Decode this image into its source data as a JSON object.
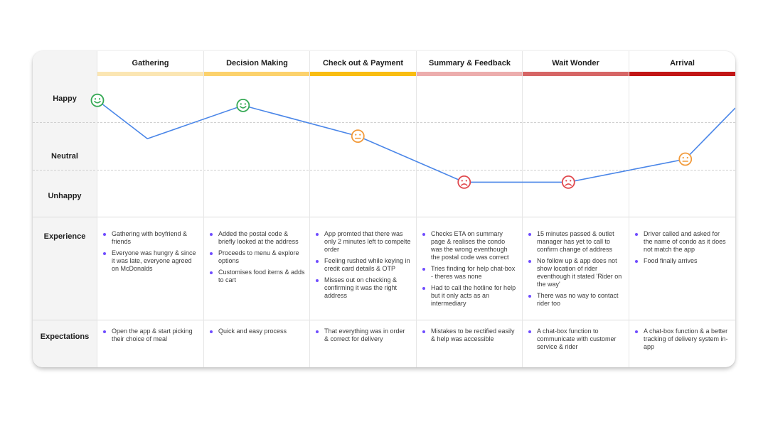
{
  "row_labels": {
    "happy": "Happy",
    "neutral": "Neutral",
    "unhappy": "Unhappy",
    "experience": "Experience",
    "expectations": "Expectations"
  },
  "colors": {
    "line": "#4a86e8",
    "happy_face": "#34a853",
    "neutral_face": "#f29a3a",
    "unhappy_face": "#e0484d",
    "bullet": "#6f4cff"
  },
  "stages": [
    {
      "name": "Gathering",
      "bar_color": "#fbe6b3",
      "experience": [
        "Gathering with boyfriend & friends",
        "Everyone was hungry & since it was late, everyone agreed on McDonalds"
      ],
      "expectations": [
        "Open the app & start picking their choice of meal"
      ]
    },
    {
      "name": "Decision Making",
      "bar_color": "#fcd26c",
      "experience": [
        "Added the postal code & briefly looked at the address",
        "Proceeds to menu & explore options",
        "Customises food items & adds to cart"
      ],
      "expectations": [
        "Quick and easy process"
      ]
    },
    {
      "name": "Check out & Payment",
      "bar_color": "#f9bd12",
      "experience": [
        "App promted that there was only 2 minutes left to compelte order",
        "Feeling rushed while keying in credit card details & OTP",
        "Misses out on checking & confirming it was the right address"
      ],
      "expectations": [
        "That everything was in order & correct for delivery"
      ]
    },
    {
      "name": "Summary & Feedback",
      "bar_color": "#ecadad",
      "experience": [
        "Checks ETA on summary page & realises the condo was the wrong eventhough the postal code was correct",
        "Tries finding for help chat-box - theres was none",
        "Had to call the hotline for help but it only acts as an intermediary"
      ],
      "expectations": [
        "Mistakes to be rectified easily & help was accessible"
      ]
    },
    {
      "name": "Wait Wonder",
      "bar_color": "#d66565",
      "experience": [
        "15 minutes passed & outlet manager has yet to call to confirm change of address",
        "No follow up & app does not show location of rider eventhough it stated 'Rider on the way'",
        "There was no way to contact rider too"
      ],
      "expectations": [
        "A chat-box function to communicate with customer service & rider"
      ]
    },
    {
      "name": "Arrival",
      "bar_color": "#c21616",
      "experience": [
        "Driver called and asked for the name of condo as it does not match the app",
        "Food finally arrives"
      ],
      "expectations": [
        "A chat-box function & a better tracking of delivery system in-app"
      ]
    }
  ],
  "chart_data": {
    "type": "line",
    "categories": [
      "Gathering",
      "Decision Making",
      "Check out & Payment",
      "Summary & Feedback",
      "Wait Wonder",
      "Arrival"
    ],
    "levels": [
      "Unhappy",
      "Neutral",
      "Happy"
    ],
    "points": [
      {
        "x": 0.0,
        "y": 1.9,
        "emoji": "happy"
      },
      {
        "x": 0.47,
        "y": 1.15
      },
      {
        "x": 1.37,
        "y": 1.8,
        "emoji": "happy"
      },
      {
        "x": 2.45,
        "y": 1.2,
        "emoji": "neutral"
      },
      {
        "x": 3.45,
        "y": 0.3,
        "emoji": "unhappy"
      },
      {
        "x": 4.43,
        "y": 0.3,
        "emoji": "unhappy"
      },
      {
        "x": 5.53,
        "y": 0.75,
        "emoji": "neutral"
      },
      {
        "x": 6.0,
        "y": 1.75
      }
    ]
  }
}
